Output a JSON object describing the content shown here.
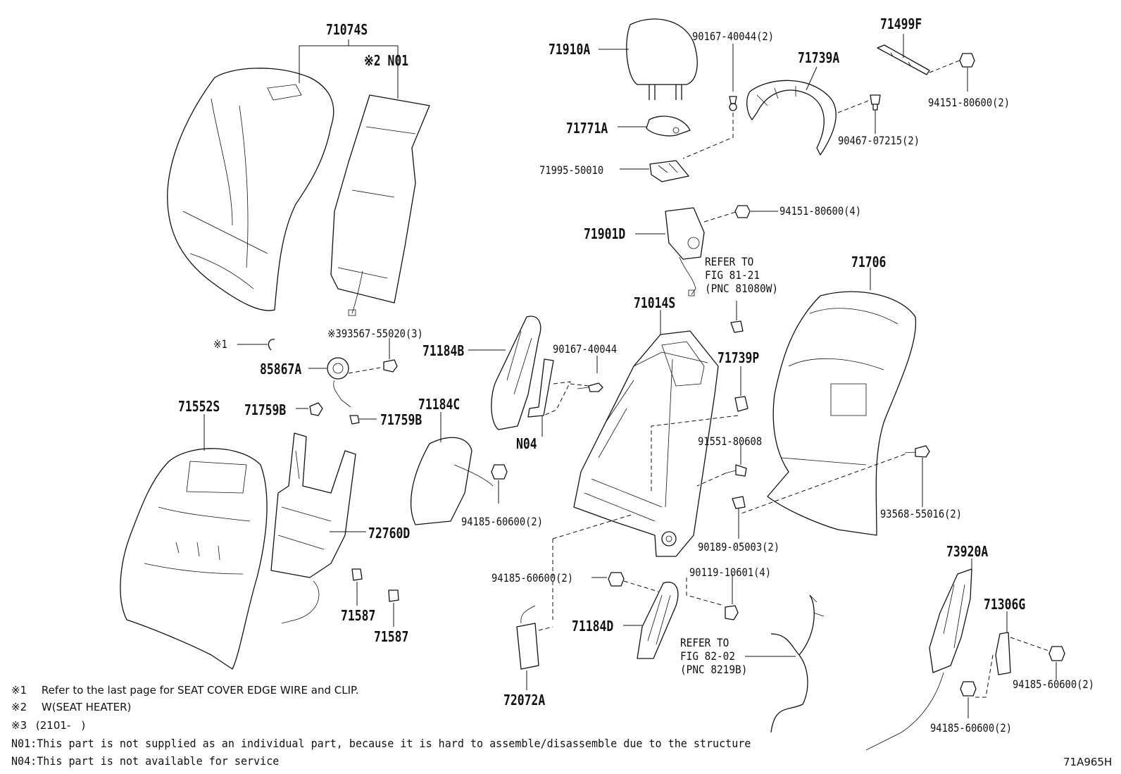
{
  "callouts": {
    "p71074S": "71074S",
    "n01_mark": "※2 N01",
    "p71910A": "71910A",
    "p90167_40044_2": "90167-40044(2)",
    "p71739A": "71739A",
    "p71499F": "71499F",
    "p94151_80600_2": "94151-80600(2)",
    "p71771A": "71771A",
    "p90467_07215_2": "90467-07215(2)",
    "p71995_50010": "71995-50010",
    "p94151_80600_4": "94151-80600(4)",
    "p71901D": "71901D",
    "p71706": "71706",
    "p71014S": "71014S",
    "p71184B": "71184B",
    "p90167_40044": "90167-40044",
    "p71739P": "71739P",
    "mark1": "※1",
    "p93567_55020_3": "※393567-55020(3)",
    "p85867A": "85867A",
    "p71552S": "71552S",
    "p71759B_a": "71759B",
    "p71759B_b": "71759B",
    "p71184C": "71184C",
    "n04": "N04",
    "p91551_80608": "91551-80608",
    "p93568_55016_2": "93568-55016(2)",
    "p72760D": "72760D",
    "p94185_60600_2_a": "94185-60600(2)",
    "p90189_05003_2": "90189-05003(2)",
    "p90119_10601_4": "90119-10601(4)",
    "p73920A": "73920A",
    "p94185_60600_2_b": "94185-60600(2)",
    "p71587_a": "71587",
    "p71587_b": "71587",
    "p71184D": "71184D",
    "p71306G": "71306G",
    "p72072A": "72072A",
    "p94185_60600_2_c": "94185-60600(2)",
    "p94185_60600_2_d": "94185-60600(2)"
  },
  "refs": {
    "ref1_l1": "REFER TO",
    "ref1_l2": "FIG 81-21",
    "ref1_l3": "(PNC 81080W)",
    "ref2_l1": "REFER TO",
    "ref2_l2": "FIG 82-02",
    "ref2_l3": "(PNC 8219B)"
  },
  "footnotes": {
    "n1_mark": "※1",
    "n1_text": "Refer to the last page for SEAT COVER EDGE WIRE and CLIP.",
    "n2_mark": "※2",
    "n2_text": "W(SEAT HEATER)",
    "n3_mark": "※3",
    "n3_text": "(2101-　)",
    "n01": "N01:This part is not supplied as an individual part, because it is hard to assemble/disassemble due to the structure",
    "n04": "N04:This part is not available for service"
  },
  "figure_code": "71A965H"
}
